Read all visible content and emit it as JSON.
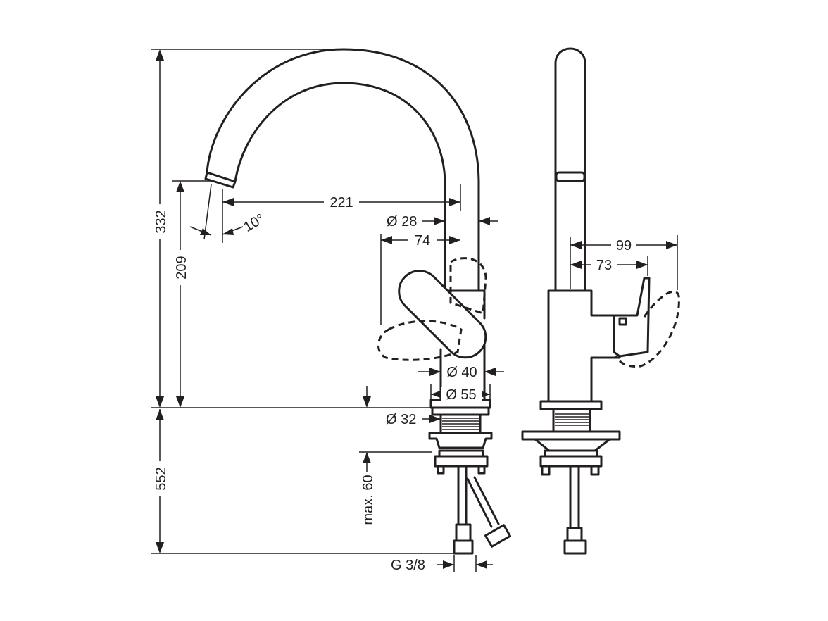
{
  "dimensions": {
    "total_height": "332",
    "spout_height": "209",
    "below_counter": "552",
    "spout_reach": "221",
    "spout_angle": "10°",
    "spout_diameter": "Ø 28",
    "handle_offset": "74",
    "body_diameter": "Ø 40",
    "base_diameter": "Ø 55",
    "shank_diameter": "Ø 32",
    "max_counter_thickness": "max. 60",
    "connection_thread": "G 3/8",
    "side_handle_swing": "99",
    "side_handle_depth": "73"
  },
  "views": [
    "front-view",
    "side-view"
  ],
  "colors": {
    "line": "#231f20",
    "background": "#ffffff"
  }
}
